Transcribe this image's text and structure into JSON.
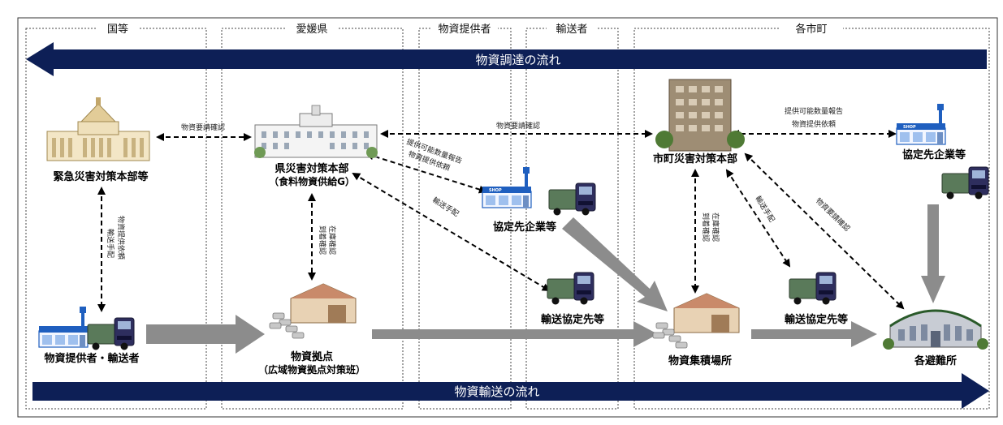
{
  "columns": [
    {
      "id": "national",
      "label": "国等"
    },
    {
      "id": "prefecture",
      "label": "愛媛県"
    },
    {
      "id": "suppliers",
      "label": "物資提供者"
    },
    {
      "id": "transporters",
      "label": "輸送者"
    },
    {
      "id": "municipalities",
      "label": "各市町"
    }
  ],
  "bands": {
    "procurement": "物資調達の流れ",
    "transport": "物資輸送の流れ"
  },
  "nodes": {
    "national_hq": "緊急災害対策本部等",
    "pref_hq": "県災害対策本部",
    "pref_hq_sub": "（食料物資供給G）",
    "supplier_mid": "協定先企業等",
    "city_hq": "市町災害対策本部",
    "supplier_right": "協定先企業等",
    "transport_mid": "輸送協定先等",
    "transport_right": "輸送協定先等",
    "provider": "物資提供者・輸送者",
    "depot": "物資拠点",
    "depot_sub": "（広域物資拠点対策班）",
    "collection": "物資集積場所",
    "shelter": "各避難所"
  },
  "edge_labels": {
    "nat_pref": "物資要請確認",
    "pref_city": "物資要請確認",
    "city_supplier_1": "提供可能数量報告",
    "city_supplier_2": "物資提供依頼",
    "pref_supplier_1": "提供可能数量報告",
    "pref_supplier_2": "物資提供依頼",
    "pref_transport": "輸送手配",
    "nat_provider_1": "物資提供依頼",
    "nat_provider_2": "輸送手配",
    "pref_depot_1": "在庫確認",
    "pref_depot_2": "到着確認",
    "city_collection_1": "在庫確認",
    "city_collection_2": "到着確認",
    "city_transport": "輸送手配",
    "city_shelter": "物資要請確認"
  },
  "shop_sign": "SHOP",
  "colors": {
    "band": "#0d1f56",
    "flow_arrow": "#8c8c8c",
    "truck_cab": "#2e2e5e",
    "truck_cargo": "#5a7a5a",
    "shop_blue": "#1f5fbf"
  },
  "icons": {
    "national_hq": "diet-building-icon",
    "pref_hq": "prefectural-office-icon",
    "city_hq": "office-building-icon",
    "store": "convenience-store-icon",
    "truck": "truck-icon",
    "warehouse": "warehouse-icon",
    "shelter": "gymnasium-icon"
  }
}
